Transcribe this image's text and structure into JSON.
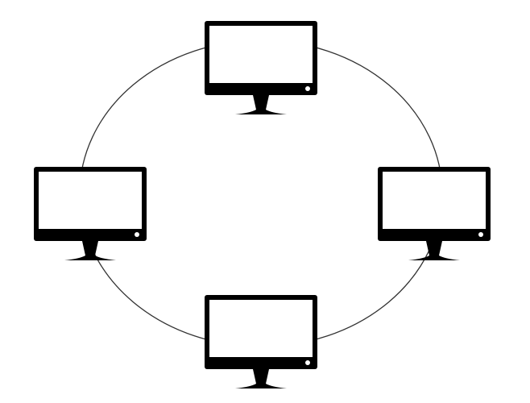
{
  "diagram": {
    "type": "ring-network-topology",
    "ring": {
      "stroke_color": "#333333"
    },
    "node_color": "#000000",
    "screen_color": "#ffffff",
    "nodes": [
      {
        "id": "top",
        "icon": "monitor-icon"
      },
      {
        "id": "right",
        "icon": "monitor-icon"
      },
      {
        "id": "bottom",
        "icon": "monitor-icon"
      },
      {
        "id": "left",
        "icon": "monitor-icon"
      }
    ]
  }
}
